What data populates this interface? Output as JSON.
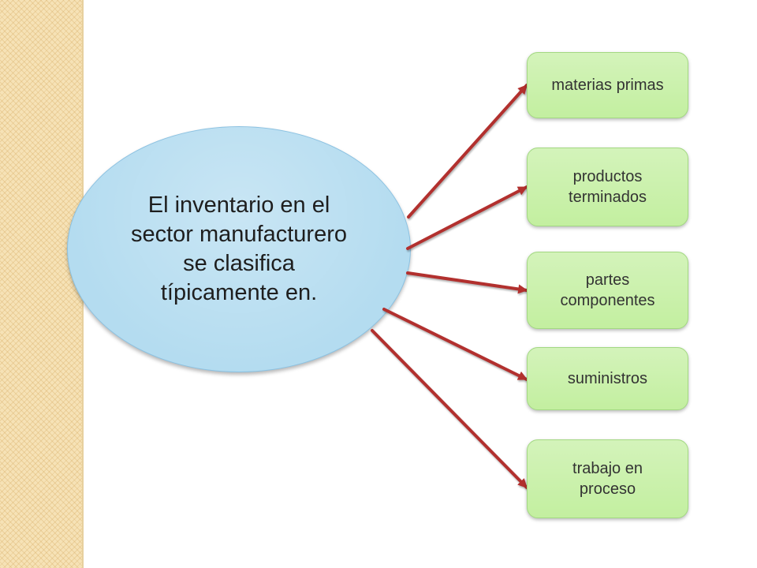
{
  "colors": {
    "center_fill": "#b4dcf0",
    "center_border": "#8cc2e2",
    "node_fill": "#c3efa0",
    "node_border": "#a3d982",
    "arrow": "#b2302e",
    "stripe": "#f6e2b6"
  },
  "center": {
    "lines": [
      "El inventario en el",
      "sector manufacturero",
      "se clasifica",
      "típicamente en."
    ]
  },
  "nodes": [
    {
      "lines": [
        "materias primas"
      ]
    },
    {
      "lines": [
        "productos",
        "terminados"
      ]
    },
    {
      "lines": [
        "partes",
        "componentes"
      ]
    },
    {
      "lines": [
        "suministros"
      ]
    },
    {
      "lines": [
        "trabajo en",
        "proceso"
      ]
    }
  ]
}
